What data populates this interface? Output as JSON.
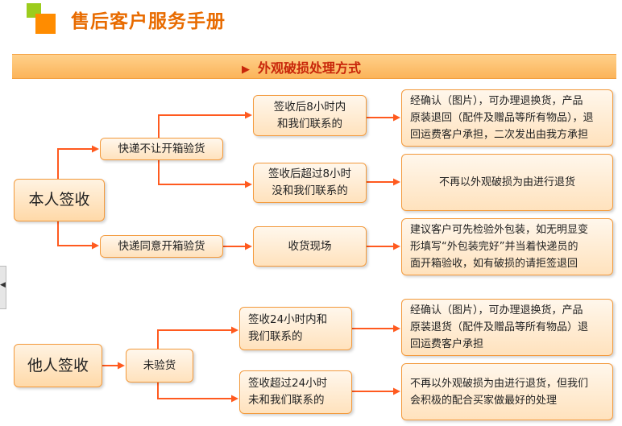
{
  "header": {
    "title": "售后客户服务手册"
  },
  "banner": {
    "arrow": "▶",
    "text": "外观破损处理方式"
  },
  "nodes": {
    "self_sign": "本人签收",
    "courier_no_open": "快递不让开箱验货",
    "courier_allow_open": "快递同意开箱验货",
    "within_8h": [
      "签收后8小时内",
      "和我们联系的"
    ],
    "over_8h": [
      "签收后超过8小时",
      "没和我们联系的"
    ],
    "on_site": "收货现场",
    "result_confirm": [
      "经确认（图片），可办理退换货，产品",
      "原装退回（配件及赠品等所有物品），退",
      "回运费客户承担，二次发出由我方承担"
    ],
    "result_no_return": "不再以外观破损为由进行退货",
    "result_suggest": [
      "建议客户可先检验外包装，如无明显变",
      "形填写“外包装完好”并当着快递员的",
      "面开箱验收，如有破损的请拒签退回"
    ],
    "other_sign": "他人签收",
    "not_inspected": "未验货",
    "within_24h": [
      "签收24小时内和",
      "我们联系的"
    ],
    "over_24h": [
      "签收超过24小时",
      "未和我们联系的"
    ],
    "result_confirm_2": [
      "经确认（图片），可办理退换货，产品",
      "原装退货（配件及赠品等所有物品）退",
      "回运费客户承担"
    ],
    "result_no_return_2": [
      "不再以外观破损为由进行退货，但我们",
      "会积极的配合买家做最好的处理"
    ]
  },
  "colors": {
    "accent": "#ff5a1f",
    "box_border": "#f39a3c",
    "title": "#e86b00"
  },
  "edge_tab": {
    "glyph": "◀"
  }
}
